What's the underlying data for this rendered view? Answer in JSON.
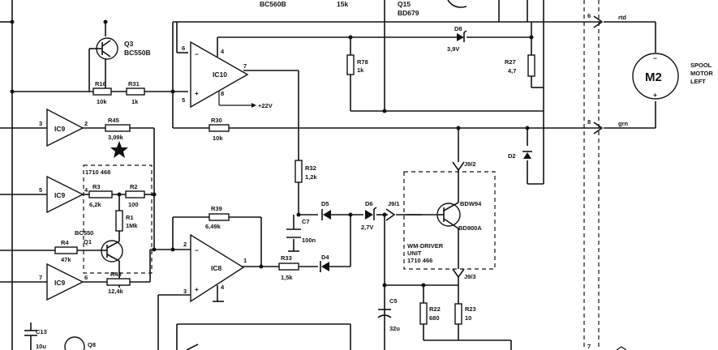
{
  "top": {
    "left_partial": "BC560B",
    "mid_partial": "15k",
    "q15_name": "Q15",
    "q15_type": "BD679"
  },
  "transistors": {
    "q3": {
      "name": "Q3",
      "type": "BC550B"
    },
    "q1": {
      "name": "Q1",
      "type": "BC550"
    },
    "q8": {
      "name": "Q8"
    },
    "bdw": {
      "type1": "BDW94",
      "type2": "BD900A"
    }
  },
  "opamps": {
    "ic10": {
      "name": "IC10",
      "pin_in_neg": "6",
      "pin_in_pos": "5",
      "pin_v": "4",
      "pin_out": "7",
      "pin_gnd": "8",
      "supply": "+22V"
    },
    "ic8": {
      "name": "IC8",
      "pin_in_neg": "2",
      "pin_in_pos": "3",
      "pin_v": "4",
      "pin_out": "1"
    },
    "ic9a": {
      "name": "IC9",
      "pin_in": "3",
      "pin_out": "2"
    },
    "ic9b": {
      "name": "IC9",
      "pin_in": "5",
      "pin_out": "4"
    },
    "ic9c": {
      "name": "IC9",
      "pin_in": "7",
      "pin_out": "6"
    }
  },
  "resistors": {
    "r16": {
      "name": "R16",
      "value": "10k"
    },
    "r31": {
      "name": "R31",
      "value": "1k"
    },
    "r30": {
      "name": "R30",
      "value": "10k"
    },
    "r45": {
      "name": "R45",
      "value": "3,09k"
    },
    "r3": {
      "name": "R3",
      "value": "6,2k"
    },
    "r2": {
      "name": "R2",
      "value": "100"
    },
    "r1": {
      "name": "R1",
      "value": "1Mk"
    },
    "r4": {
      "name": "R4",
      "value": "47k"
    },
    "r43": {
      "name": "R43",
      "value": "12,4k"
    },
    "r39": {
      "name": "R39",
      "value": "6,49k"
    },
    "r32": {
      "name": "R32",
      "value": "1,2k"
    },
    "r33": {
      "name": "R33",
      "value": "1,5k"
    },
    "r78": {
      "name": "R78",
      "value": "1k"
    },
    "r27": {
      "name": "R27",
      "value": "4,7"
    },
    "r22": {
      "name": "R22",
      "value": "680"
    },
    "r23": {
      "name": "R23",
      "value": "10"
    }
  },
  "capacitors": {
    "c7": {
      "name": "C7",
      "value": "100n"
    },
    "c5": {
      "name": "C5",
      "value": "32u"
    },
    "c13": {
      "name": "C13",
      "value": "10u"
    }
  },
  "diodes": {
    "d8": {
      "name": "D8",
      "value": "3,9V"
    },
    "d5": {
      "name": "D5"
    },
    "d4": {
      "name": "D4"
    },
    "d6": {
      "name": "D6",
      "value": "2,7V"
    },
    "d2": {
      "name": "D2"
    }
  },
  "unit_1710_468": "1710 468",
  "wm_driver": {
    "line1": "WM-DRIVER",
    "line2": "UNIT",
    "line3": "1710 466"
  },
  "connectors": {
    "j9_2": "J9/2",
    "j9_1": "J9/1",
    "j9_3": "J9/3",
    "pin6": "6",
    "pin8": "8",
    "pin7": "7",
    "wire_red": "rtd",
    "wire_grn": "grn"
  },
  "motor": {
    "name": "M2",
    "plus": "+",
    "minus": "−",
    "label1": "SPOOL",
    "label2": "MOTOR",
    "label3": "LEFT"
  }
}
